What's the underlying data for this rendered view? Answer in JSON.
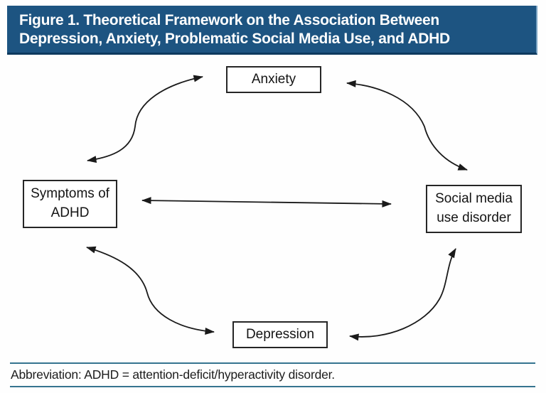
{
  "header": {
    "title_line1": "Figure 1. Theoretical Framework on the Association Between",
    "title_line2": "Depression, Anxiety, Problematic Social Media Use, and ADHD",
    "background_color": "#1d5481",
    "text_color": "#ffffff"
  },
  "diagram": {
    "nodes": {
      "anxiety": {
        "label": "Anxiety"
      },
      "adhd": {
        "line1": "Symptoms of",
        "line2": "ADHD"
      },
      "social_media": {
        "line1": "Social media",
        "line2": "use disorder"
      },
      "depression": {
        "label": "Depression"
      }
    },
    "connections": [
      {
        "from": "Symptoms of ADHD",
        "to": "Anxiety",
        "style": "curved",
        "direction": "bidirectional"
      },
      {
        "from": "Anxiety",
        "to": "Social media use disorder",
        "style": "curved",
        "direction": "bidirectional"
      },
      {
        "from": "Symptoms of ADHD",
        "to": "Social media use disorder",
        "style": "straight",
        "direction": "bidirectional"
      },
      {
        "from": "Symptoms of ADHD",
        "to": "Depression",
        "style": "curved",
        "direction": "bidirectional"
      },
      {
        "from": "Depression",
        "to": "Social media use disorder",
        "style": "curved",
        "direction": "bidirectional"
      }
    ],
    "arrow_color": "#1a1a1a",
    "node_border_color": "#262626"
  },
  "footer": {
    "abbreviation": "Abbreviation: ADHD = attention-deficit/hyperactivity disorder.",
    "rule_color": "#35748f"
  }
}
